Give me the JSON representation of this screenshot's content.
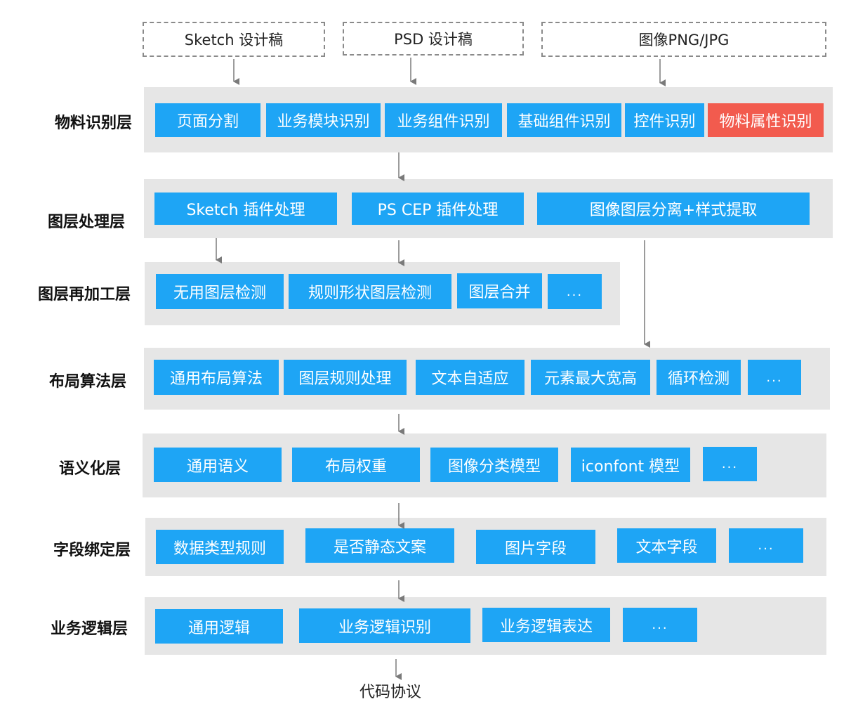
{
  "sources": [
    {
      "id": "sketch",
      "label": "Sketch 设计稿"
    },
    {
      "id": "psd",
      "label": "PSD 设计稿"
    },
    {
      "id": "image",
      "label": "图像PNG/JPG"
    }
  ],
  "layers": [
    {
      "id": "material",
      "label": "物料识别层",
      "items": [
        {
          "label": "页面分割",
          "highlight": false
        },
        {
          "label": "业务模块识别",
          "highlight": false
        },
        {
          "label": "业务组件识别",
          "highlight": false
        },
        {
          "label": "基础组件识别",
          "highlight": false
        },
        {
          "label": "控件识别",
          "highlight": false
        },
        {
          "label": "物料属性识别",
          "highlight": true
        }
      ]
    },
    {
      "id": "layer-processing",
      "label": "图层处理层",
      "items": [
        {
          "label": "Sketch 插件处理",
          "highlight": false
        },
        {
          "label": "PS CEP 插件处理",
          "highlight": false
        },
        {
          "label": "图像图层分离+样式提取",
          "highlight": false
        }
      ]
    },
    {
      "id": "layer-reprocessing",
      "label": "图层再加工层",
      "items": [
        {
          "label": "无用图层检测",
          "highlight": false
        },
        {
          "label": "规则形状图层检测",
          "highlight": false
        },
        {
          "label": "图层合并",
          "highlight": false
        },
        {
          "label": "...",
          "highlight": false
        }
      ]
    },
    {
      "id": "layout",
      "label": "布局算法层",
      "items": [
        {
          "label": "通用布局算法",
          "highlight": false
        },
        {
          "label": "图层规则处理",
          "highlight": false
        },
        {
          "label": "文本自适应",
          "highlight": false
        },
        {
          "label": "元素最大宽高",
          "highlight": false
        },
        {
          "label": "循环检测",
          "highlight": false
        },
        {
          "label": "...",
          "highlight": false
        }
      ]
    },
    {
      "id": "semantic",
      "label": "语义化层",
      "items": [
        {
          "label": "通用语义",
          "highlight": false
        },
        {
          "label": "布局权重",
          "highlight": false
        },
        {
          "label": "图像分类模型",
          "highlight": false
        },
        {
          "label": "iconfont 模型",
          "highlight": false
        },
        {
          "label": "...",
          "highlight": false
        }
      ]
    },
    {
      "id": "field-binding",
      "label": "字段绑定层",
      "items": [
        {
          "label": "数据类型规则",
          "highlight": false
        },
        {
          "label": "是否静态文案",
          "highlight": false
        },
        {
          "label": "图片字段",
          "highlight": false
        },
        {
          "label": "文本字段",
          "highlight": false
        },
        {
          "label": "...",
          "highlight": false
        }
      ]
    },
    {
      "id": "business-logic",
      "label": "业务逻辑层",
      "items": [
        {
          "label": "通用逻辑",
          "highlight": false
        },
        {
          "label": "业务逻辑识别",
          "highlight": false
        },
        {
          "label": "业务逻辑表达",
          "highlight": false
        },
        {
          "label": "...",
          "highlight": false
        }
      ]
    }
  ],
  "output": {
    "label": "代码协议"
  },
  "colors": {
    "chip": "#1ea5f5",
    "highlight": "#f25b4e",
    "band": "#e6e6e6",
    "arrow": "#7a7a7a"
  }
}
